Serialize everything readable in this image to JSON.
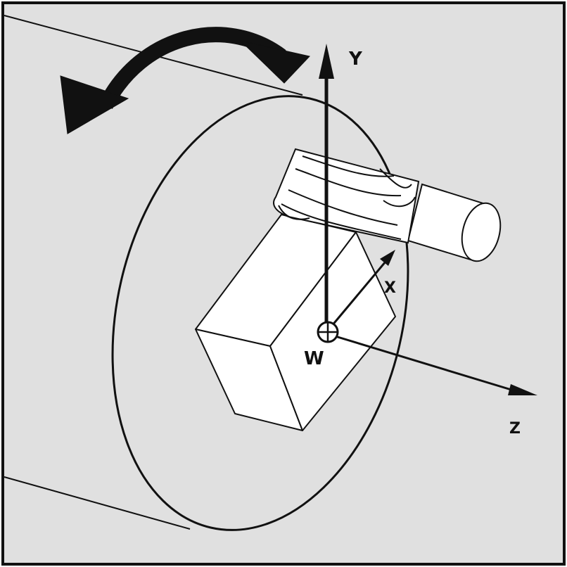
{
  "diagram": {
    "labels": {
      "y_axis": "Y",
      "x_axis": "X",
      "z_axis": "Z",
      "origin": "W"
    },
    "colors": {
      "background": "#e0e0e0",
      "face_fill": "#ffffff",
      "stroke": "#111111",
      "rotation_arrow": "#111111"
    },
    "icons": [
      "rotation-arrow-icon",
      "milling-cutter-icon",
      "workpiece-origin-icon"
    ]
  }
}
